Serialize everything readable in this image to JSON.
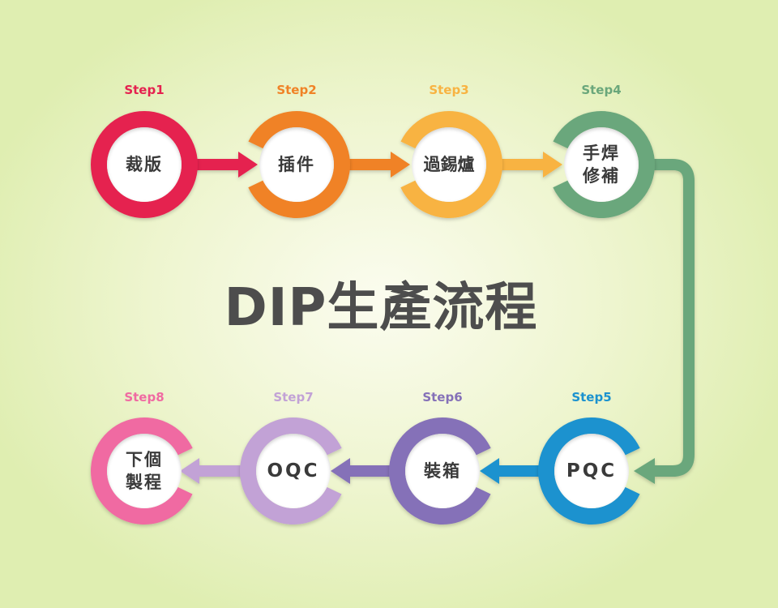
{
  "title": "DIP生產流程",
  "steps": [
    {
      "label": "Step1",
      "text": "裁版",
      "color": "#e5214f"
    },
    {
      "label": "Step2",
      "text": "插件",
      "color": "#f08226"
    },
    {
      "label": "Step3",
      "text": "過錫爐",
      "color": "#f8b342"
    },
    {
      "label": "Step4",
      "text": "手焊修補",
      "color": "#6aa77b"
    },
    {
      "label": "Step5",
      "text": "PQC",
      "color": "#1b92cf"
    },
    {
      "label": "Step6",
      "text": "裝箱",
      "color": "#8571b8"
    },
    {
      "label": "Step7",
      "text": "OQC",
      "color": "#c2a2d6"
    },
    {
      "label": "Step8",
      "text": "下個製程",
      "color": "#f06aa2"
    }
  ]
}
